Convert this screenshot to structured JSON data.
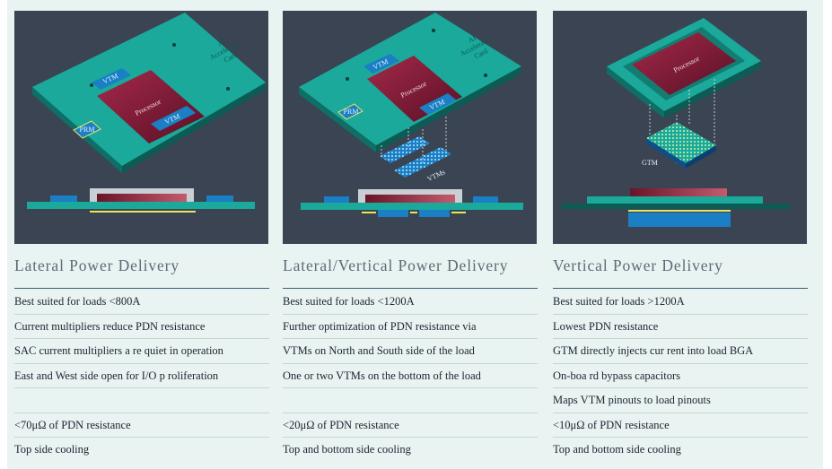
{
  "columns": [
    {
      "title": "Lateral Power Delivery",
      "labels": {
        "vtm_top": "VTM",
        "processor": "Processor",
        "card": "AI\nAccelerator\nCard",
        "vtm_bottom": "VTM",
        "prm": "PRM"
      },
      "rows": [
        "Best suited for loads <800A",
        "Current multipliers  reduce PDN resistance",
        "SAC current multipliers a  re quiet in operation",
        "East and  West side open for I/O p  roliferation",
        "",
        "<70μΩ of PDN resistance",
        "Top side cooling"
      ]
    },
    {
      "title": "Lateral/Vertical Power Delivery",
      "labels": {
        "vtm_top": "VTM",
        "processor": "Processor",
        "card": "AI\nAccelerator\nCard",
        "vtm_bottom": "VTM",
        "prm": "PRM",
        "vtms": "VTMs"
      },
      "rows": [
        "Best suited for loads <1200A",
        "Further optimization of PDN  resistance via",
        "VTMs on North and South side of the load",
        "One or two VTMs on the bottom of the load",
        "",
        "<20μΩ of PDN resistance",
        "Top and bottom side cooling"
      ]
    },
    {
      "title": "Vertical Power Delivery",
      "labels": {
        "processor": "Processor",
        "gtm": "GTM"
      },
      "rows": [
        "Best suited for loads >1200A",
        "Lowest PDN resistance",
        "GTM directly injects cur rent into load BGA",
        "On-boa rd bypass capacitors",
        "Maps VTM pinouts to load pinouts",
        "<10μΩ of PDN resistance",
        "Top and bottom side cooling"
      ]
    }
  ],
  "colors": {
    "panel_bg": "#3a4453",
    "board": "#1aa99a",
    "processor": "#8e1f3c",
    "vtm": "#1a7fc4",
    "solder": "#e8e65a",
    "heatspreader": "#c9cfd4",
    "title_rule": "#3e5c76"
  }
}
